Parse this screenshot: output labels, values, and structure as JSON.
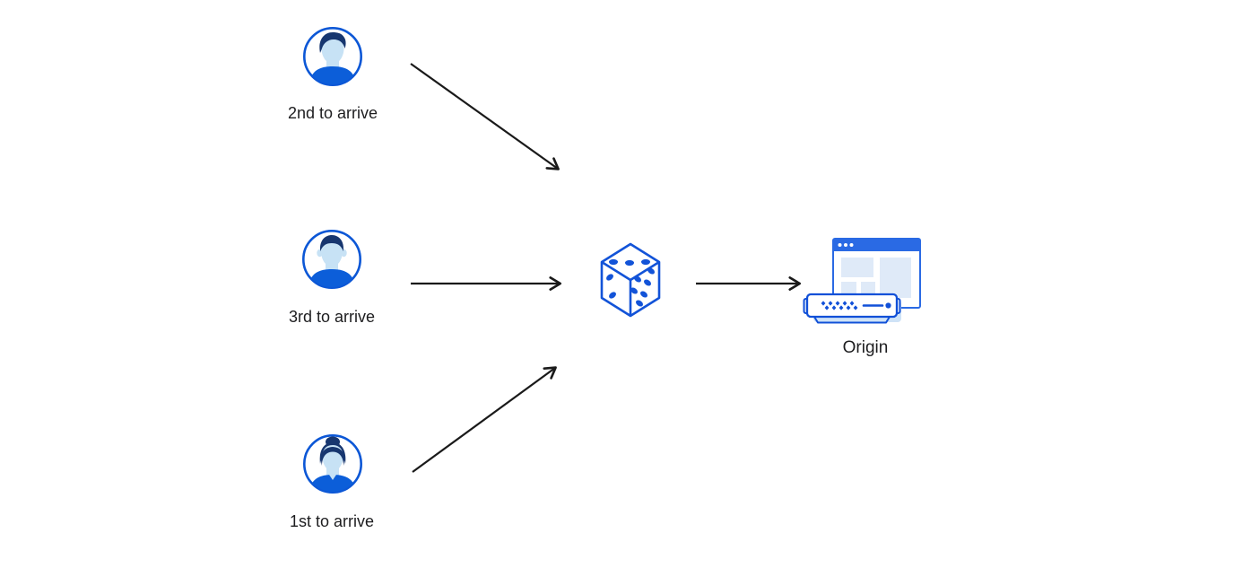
{
  "diagram": {
    "description": "Three visitors arrive in different order, pass through a randomizer (dice), then reach the origin server",
    "users": [
      {
        "label": "2nd to arrive",
        "icon": "avatar-man-swept-hair-icon"
      },
      {
        "label": "3rd to arrive",
        "icon": "avatar-man-short-hair-icon"
      },
      {
        "label": "1st to arrive",
        "icon": "avatar-woman-bun-icon"
      }
    ],
    "randomizer": {
      "icon": "dice-icon",
      "dice_faces": {
        "top_dots": 3,
        "left_dots": 2,
        "right_dots": 6
      }
    },
    "origin": {
      "label": "Origin",
      "icon": "origin-browser-server-icon"
    },
    "arrows": [
      {
        "name": "arrow-user-2nd-to-dice"
      },
      {
        "name": "arrow-user-3rd-to-dice"
      },
      {
        "name": "arrow-user-1st-to-dice"
      },
      {
        "name": "arrow-dice-to-origin"
      }
    ],
    "colors": {
      "primary_blue": "#1253d8",
      "titlebar_blue": "#2a6ae4",
      "hair_navy": "#17366f",
      "skin_light_blue": "#c7e2f5",
      "panel_light_blue": "#dfeaf8",
      "server_shadow_blue": "#cfe3f7",
      "arrow_black": "#1a1a1a",
      "text": "#1d1d1f",
      "background": "#ffffff"
    }
  }
}
